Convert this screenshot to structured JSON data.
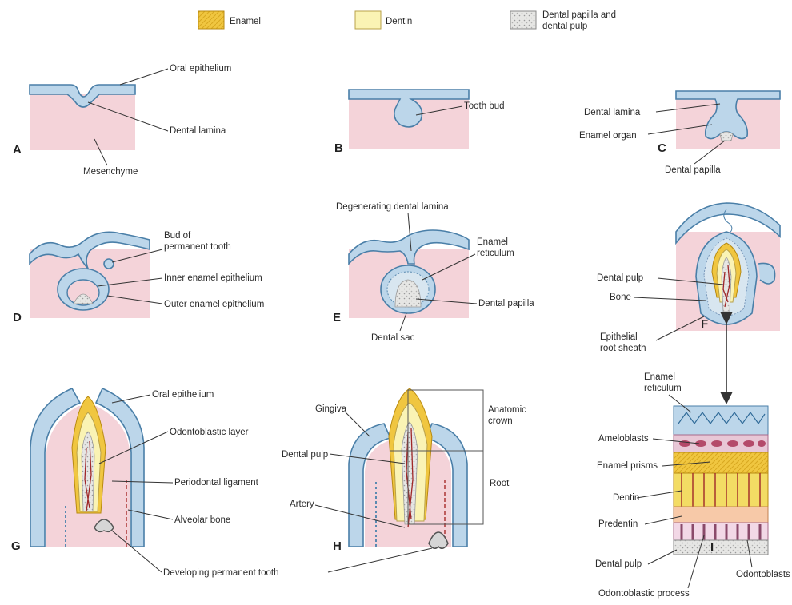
{
  "legend": {
    "enamel": "Enamel",
    "dentin": "Dentin",
    "pulp_line1": "Dental papilla and",
    "pulp_line2": "dental pulp"
  },
  "panels": {
    "A": {
      "letter": "A",
      "oral_epithelium": "Oral epithelium",
      "dental_lamina": "Dental lamina",
      "mesenchyme": "Mesenchyme"
    },
    "B": {
      "letter": "B",
      "tooth_bud": "Tooth bud"
    },
    "C": {
      "letter": "C",
      "dental_lamina": "Dental lamina",
      "enamel_organ": "Enamel organ",
      "dental_papilla": "Dental papilla"
    },
    "D": {
      "letter": "D",
      "bud_line1": "Bud of",
      "bud_line2": "permanent tooth",
      "inner_enamel": "Inner enamel epithelium",
      "outer_enamel": "Outer enamel epithelium"
    },
    "E": {
      "letter": "E",
      "degenerating": "Degenerating dental lamina",
      "reticulum_line1": "Enamel",
      "reticulum_line2": "reticulum",
      "dental_papilla": "Dental papilla",
      "dental_sac": "Dental sac"
    },
    "F": {
      "letter": "F",
      "dental_pulp": "Dental pulp",
      "bone": "Bone",
      "sheath_line1": "Epithelial",
      "sheath_line2": "root sheath"
    },
    "G": {
      "letter": "G",
      "oral_epithelium": "Oral epithelium",
      "odontoblastic_layer": "Odontoblastic layer",
      "periodontal": "Periodontal ligament",
      "alveolar_bone": "Alveolar bone"
    },
    "H": {
      "letter": "H",
      "gingiva": "Gingiva",
      "dental_pulp": "Dental pulp",
      "artery": "Artery",
      "crown_line1": "Anatomic",
      "crown_line2": "crown",
      "root": "Root"
    },
    "I": {
      "letter": "I",
      "reticulum_line1": "Enamel",
      "reticulum_line2": "reticulum",
      "ameloblasts": "Ameloblasts",
      "enamel_prisms": "Enamel prisms",
      "dentin": "Dentin",
      "predentin": "Predentin",
      "dental_pulp": "Dental pulp",
      "odontoblasts": "Odontoblasts",
      "odontoblastic_process": "Odontoblastic process"
    },
    "shared": {
      "developing_tooth": "Developing permanent tooth"
    }
  }
}
